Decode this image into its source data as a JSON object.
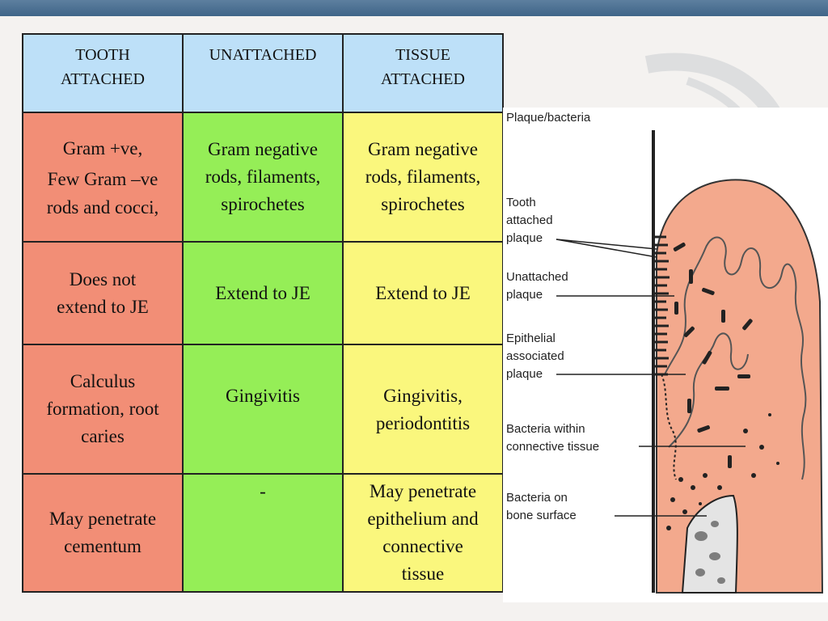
{
  "table": {
    "headers": [
      "TOOTH ATTACHED",
      "UNATTACHED",
      "TISSUE ATTACHED"
    ],
    "rows": [
      {
        "tooth_attached": [
          "Gram +ve,",
          "Few Gram –ve",
          "rods and cocci,"
        ],
        "unattached": [
          "Gram negative",
          "rods, filaments,",
          "spirochetes"
        ],
        "tissue_attached": [
          "Gram negative",
          "rods, filaments,",
          "spirochetes"
        ]
      },
      {
        "tooth_attached": [
          "Does not",
          "extend to JE"
        ],
        "unattached": [
          "Extend to JE"
        ],
        "tissue_attached": [
          "Extend to JE"
        ]
      },
      {
        "tooth_attached": [
          "Calculus",
          "formation, root",
          "caries"
        ],
        "unattached": [
          "Gingivitis"
        ],
        "tissue_attached": [
          "Gingivitis,",
          "periodontitis"
        ]
      },
      {
        "tooth_attached": [
          "May penetrate",
          "cementum"
        ],
        "unattached": [
          "-"
        ],
        "tissue_attached": [
          "May penetrate",
          "epithelium and",
          "connective",
          "tissue"
        ]
      }
    ]
  },
  "diagram": {
    "labels": {
      "plaque_bacteria": "Plaque/bacteria",
      "tooth_attached": [
        "Tooth",
        "attached",
        "plaque"
      ],
      "unattached": [
        "Unattached",
        "plaque"
      ],
      "epithelial": [
        "Epithelial",
        "associated",
        "plaque"
      ],
      "bacteria_ct": [
        "Bacteria within",
        "connective tissue"
      ],
      "bacteria_bone": [
        "Bacteria on",
        "bone surface"
      ]
    }
  },
  "colors": {
    "header": "#bde0f8",
    "col_tooth_attached": "#f28e76",
    "col_unattached": "#95ee57",
    "col_tissue_attached": "#faf77d",
    "gingiva": "#f3a98d",
    "top_bar": "#3f6588"
  }
}
